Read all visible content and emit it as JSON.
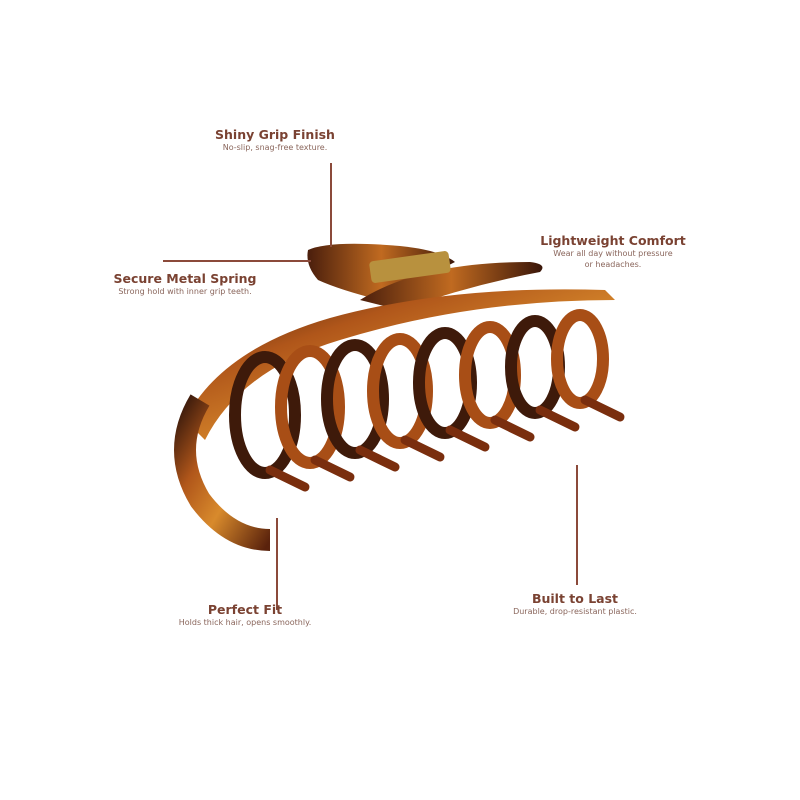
{
  "callouts": {
    "shiny": {
      "title": "Shiny Grip Finish",
      "desc": "No-slip, snag-free texture."
    },
    "spring": {
      "title": "Secure Metal Spring",
      "desc": "Strong hold with inner grip teeth."
    },
    "lightweight": {
      "title": "Lightweight Comfort",
      "desc_line1": "Wear all day without pressure",
      "desc_line2": "or headaches."
    },
    "fit": {
      "title": "Perfect Fit",
      "desc": "Holds thick hair, opens smoothly."
    },
    "built": {
      "title": "Built to Last",
      "desc": "Durable, drop-resistant plastic."
    }
  },
  "colors": {
    "title": "#7a4232",
    "description": "#8a665c",
    "leader_line": "#8b4a3a",
    "tortoise_amber": "#c9731e",
    "tortoise_dark": "#3a1a0c"
  }
}
